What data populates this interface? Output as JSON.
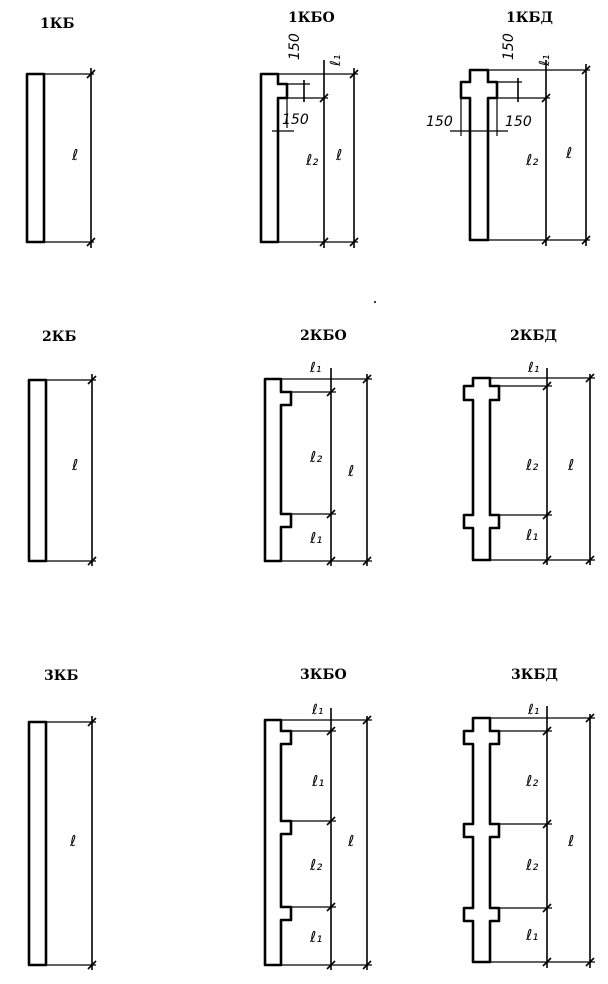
{
  "labels": {
    "1kb": "1КБ",
    "1kbo": "1КБО",
    "1kbd": "1КБД",
    "2kb": "2КБ",
    "2kbo": "2КБО",
    "2kbd": "2КБД",
    "3kb": "3КБ",
    "3kbo": "3КБО",
    "3kbd": "3КБД"
  },
  "dims": {
    "length": "ℓ",
    "span": "ℓ₁",
    "gap": "ℓ₂",
    "size150": "150"
  }
}
